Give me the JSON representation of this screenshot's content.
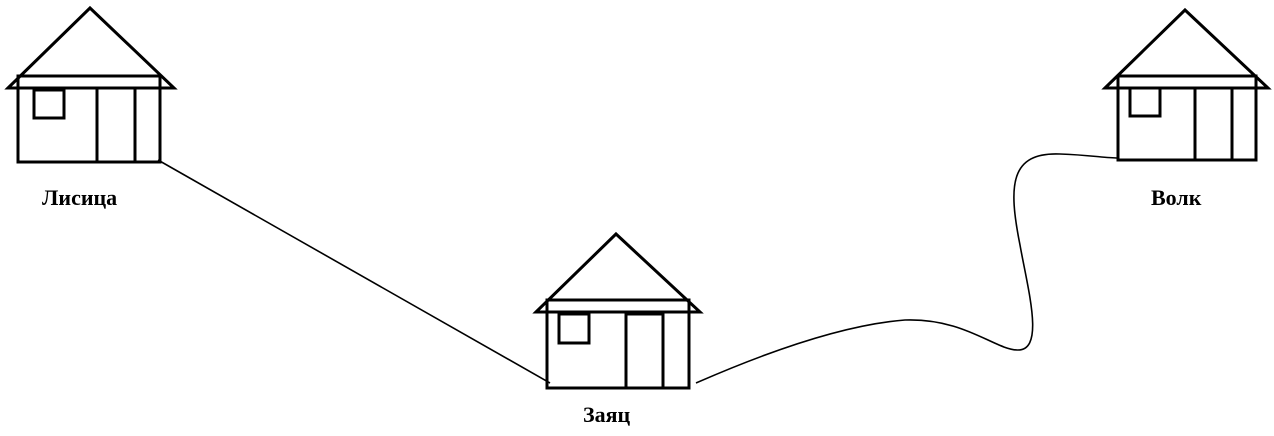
{
  "houses": {
    "fox": {
      "label": "Лисица"
    },
    "hare": {
      "label": "Заяц"
    },
    "wolf": {
      "label": "Волк"
    }
  },
  "paths": [
    {
      "from": "Лисица",
      "to": "Заяц",
      "shape": "straight"
    },
    {
      "from": "Заяц",
      "to": "Волк",
      "shape": "winding"
    }
  ],
  "colors": {
    "stroke": "#000000",
    "background": "#ffffff"
  }
}
